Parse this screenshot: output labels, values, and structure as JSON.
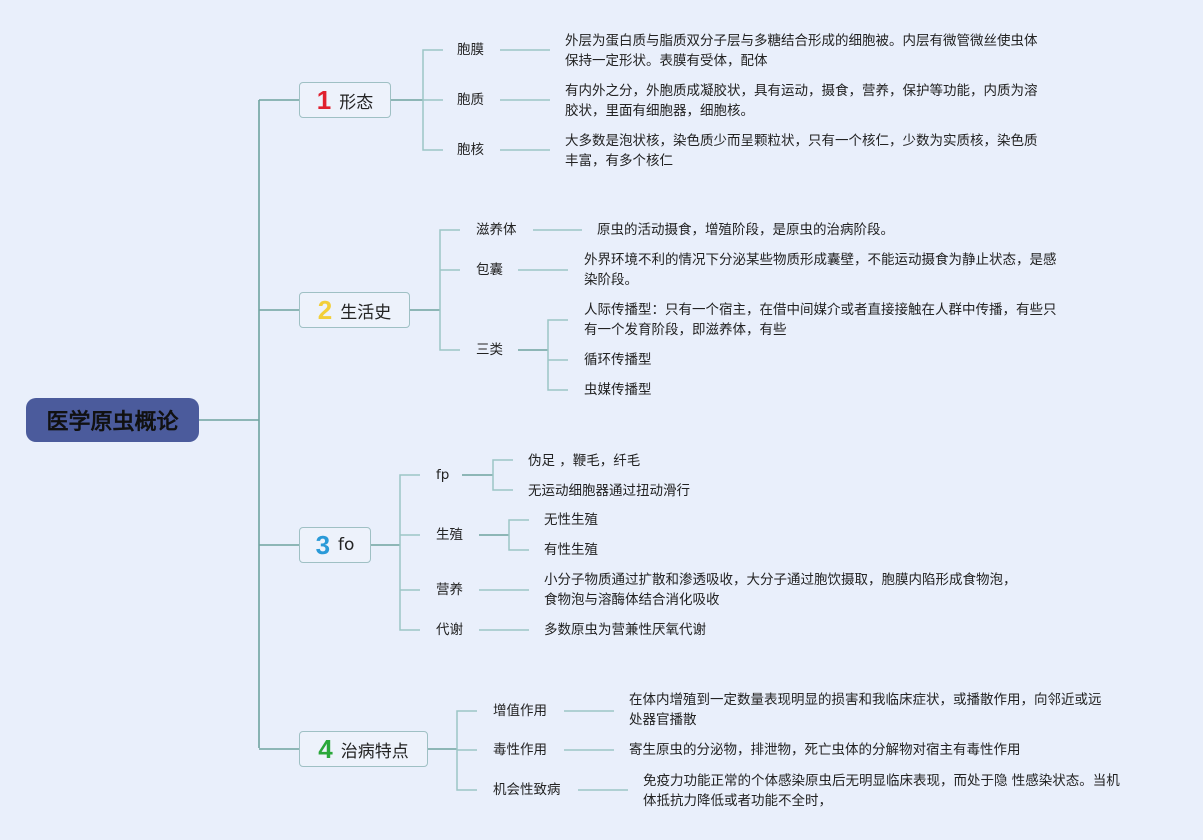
{
  "root": {
    "title": "医学原虫概论"
  },
  "colors": {
    "num1": "#e0202e",
    "num2": "#f2cf3a",
    "num3": "#2a9ad8",
    "num4": "#2aa83a",
    "root_fill": "#4b5b9c",
    "line": "#8fbcbc"
  },
  "branches": [
    {
      "num": "1",
      "label": "形态",
      "children": [
        {
          "label": "胞膜",
          "desc": [
            "外层为蛋白质与脂质双分子层与多糖结合形成的细胞被。内层有微管微丝使虫体",
            "保持一定形状。表膜有受体，配体"
          ]
        },
        {
          "label": "胞质",
          "desc": [
            "有内外之分，外胞质成凝胶状，具有运动，摄食，营养，保护等功能，内质为溶",
            "胶状，里面有细胞器，细胞核。"
          ]
        },
        {
          "label": "胞核",
          "desc": [
            "大多数是泡状核，染色质少而呈颗粒状，只有一个核仁，少数为实质核，染色质",
            "丰富，有多个核仁"
          ]
        }
      ]
    },
    {
      "num": "2",
      "label": "生活史",
      "children": [
        {
          "label": "滋养体",
          "desc": [
            "原虫的活动摄食，增殖阶段，是原虫的治病阶段。"
          ]
        },
        {
          "label": "包囊",
          "desc": [
            "外界环境不利的情况下分泌某些物质形成囊壁，不能运动摄食为静止状态，是感",
            "染阶段。"
          ]
        },
        {
          "label": "三类",
          "subs": [
            [
              "人际传播型：只有一个宿主，在借中间媒介或者直接接触在人群中传播，有些只",
              "有一个发育阶段，即滋养体，有些"
            ],
            [
              "循环传播型"
            ],
            [
              "虫媒传播型"
            ]
          ]
        }
      ]
    },
    {
      "num": "3",
      "label": "fo",
      "children": [
        {
          "label": "fp",
          "subs": [
            [
              "伪足 ，鞭毛，纤毛"
            ],
            [
              "无运动细胞器通过扭动滑行"
            ]
          ]
        },
        {
          "label": "生殖",
          "subs": [
            [
              "无性生殖"
            ],
            [
              "有性生殖"
            ]
          ]
        },
        {
          "label": "营养",
          "desc": [
            "小分子物质通过扩散和渗透吸收，大分子通过胞饮摄取，胞膜内陷形成食物泡，",
            "食物泡与溶酶体结合消化吸收"
          ]
        },
        {
          "label": "代谢",
          "desc": [
            "多数原虫为营兼性厌氧代谢"
          ]
        }
      ]
    },
    {
      "num": "4",
      "label": "治病特点",
      "children": [
        {
          "label": "增值作用",
          "desc": [
            "在体内增殖到一定数量表现明显的损害和我临床症状，或播散作用，向邻近或远",
            "处器官播散"
          ]
        },
        {
          "label": "毒性作用",
          "desc": [
            "寄生原虫的分泌物，排泄物，死亡虫体的分解物对宿主有毒性作用"
          ]
        },
        {
          "label": "机会性致病",
          "desc": [
            "免疫力功能正常的个体感染原虫后无明显临床表现，而处于隐 性感染状态。当机",
            "体抵抗力降低或者功能不全时，"
          ]
        }
      ]
    }
  ]
}
